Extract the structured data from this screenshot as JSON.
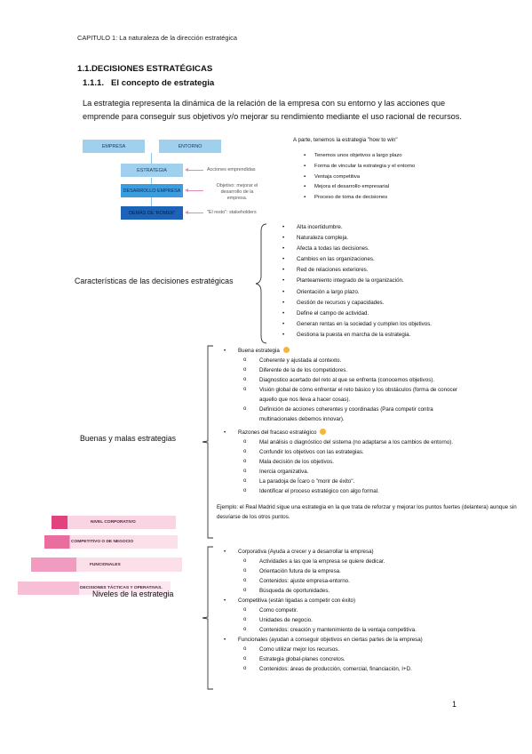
{
  "header": "CAPITULO 1: La naturaleza de la dirección estratégica",
  "section_title": "1.1.DECISIONES ESTRATÉGICAS",
  "subsection": {
    "number": "1.1.1.",
    "title": "El concepto de estrategia"
  },
  "intro_text": "La estrategia representa la dinámica de la relación de la empresa con su entorno y las acciones que emprende para conseguir sus objetivos y/o mejorar su rendimiento mediante el uso racional de recursos.",
  "diagram": {
    "empresa": "EMPRESA",
    "entorno": "ENTORNO",
    "estrategia": "ESTRATEGIA",
    "desarrollo": "DESARROLLO EMPRESA",
    "resto": "DEMÁS DE 'ROMER'",
    "label_acciones": "Acciones emprendidas",
    "label_objetivo": "Objetivo: mejorar el desarrollo de la empresa.",
    "label_resto": "\"El resto\": stakeholders",
    "colors": {
      "box1": "#9fd0ee",
      "box2": "#3b9ce0",
      "box3": "#1d64b8",
      "arrow": "#e48bb5"
    }
  },
  "aparte": {
    "title": "A parte, tenemos la estrategia \"how to win\"",
    "items": [
      "Tenemos unos objetivos a largo plazo",
      "Forma de vincular la estrategia y el entorno",
      "Ventaja competitiva",
      "Mejora el desarrollo empresarial",
      "Proceso de toma de decisiones"
    ]
  },
  "caracteristicas": {
    "label": "Características de las decisiones estratégicas",
    "items": [
      "Alta incertidumbre.",
      "Naturaleza compleja.",
      "Afecta a todas las decisiones.",
      "Cambios en las organizaciones.",
      "Red de relaciones exteriores.",
      "Planteamiento integrado de la organización.",
      "Orientación a largo plazo.",
      "Gestión de recursos y capacidades.",
      "Define el campo de actividad.",
      "Generan rentas en la sociedad y cumplen los objetivos.",
      "Gestiona la puesta en marcha de la estrategia."
    ]
  },
  "buenas_malas": {
    "label": "Buenas y malas estrategias",
    "buena": {
      "title": "Buena estrategia",
      "icon": "thumbs-up-icon",
      "items": [
        "Coherente y ajustada al contexto.",
        "Diferente de la de los competidores.",
        "Diagnostico acertado del reto al que se enfrenta (conocemos objetivos).",
        "Visión global de cómo enfrentar el reto básico y los obstáculos (forma de conocer",
        "aquello que nos lleva a hacer cosas).",
        "Definición de acciones coherentes y coordinadas (Para competir contra",
        "multinacionales debemos innovar)."
      ]
    },
    "fracaso": {
      "title": "Razones del fracaso estratégico",
      "icon": "thumbs-down-icon",
      "items": [
        "Mal análisis o diagnóstico del sistema (no adaptarse a los cambios de entorno).",
        "Confundir los objetivos con las estrategias.",
        "Mala decisión de los objetivos.",
        "Inercia organizativa.",
        "La paradoja de Ícaro o \"morir de éxito\".",
        "Identificar el proceso estratégico con algo formal."
      ]
    },
    "ejemplo": "Ejemplo: el Real Madrid sigue una estrategia en la que trata de reforzar y mejorar los puntos fuertes (delantera) aunque sin desvíarse de los otros puntos."
  },
  "piramide": {
    "levels": [
      "NIVEL CORPORATIVO",
      "COMPETITIVO O DE NEGOCIO",
      "FUNCIONALES",
      "DECISIONES TÁCTICAS Y OPERATIVAS."
    ],
    "colors": [
      "#e2437f",
      "#ea6da0",
      "#f29bc1",
      "#f6bfd6"
    ]
  },
  "niveles": {
    "label": "Niveles de la estrategia",
    "corporativa": {
      "title": "Corporativa (Ayuda a crecer y a desarrollar la empresa)",
      "items": [
        "Actividades a las que la empresa se quiere dedicar.",
        "Orientación futura de la empresa.",
        "Contenidos: ajuste empresa-entorno.",
        "Búsqueda de oportunidades."
      ]
    },
    "competitiva": {
      "title": "Competitiva (están ligadas a competir con éxito)",
      "items": [
        "Como competir.",
        "Unidades de negocio.",
        "Contenidos: creación y mantenimiento de la ventaja competitiva."
      ]
    },
    "funcionales": {
      "title": "Funcionales (ayudan a conseguir objetivos en ciertas partes de la empresa)",
      "items": [
        "Como utilizar mejor los recursos.",
        "Estrategia global-planes concretos.",
        "Contenidos: áreas de producción, comercial, financiación, I+D."
      ]
    }
  },
  "page_number": "1"
}
